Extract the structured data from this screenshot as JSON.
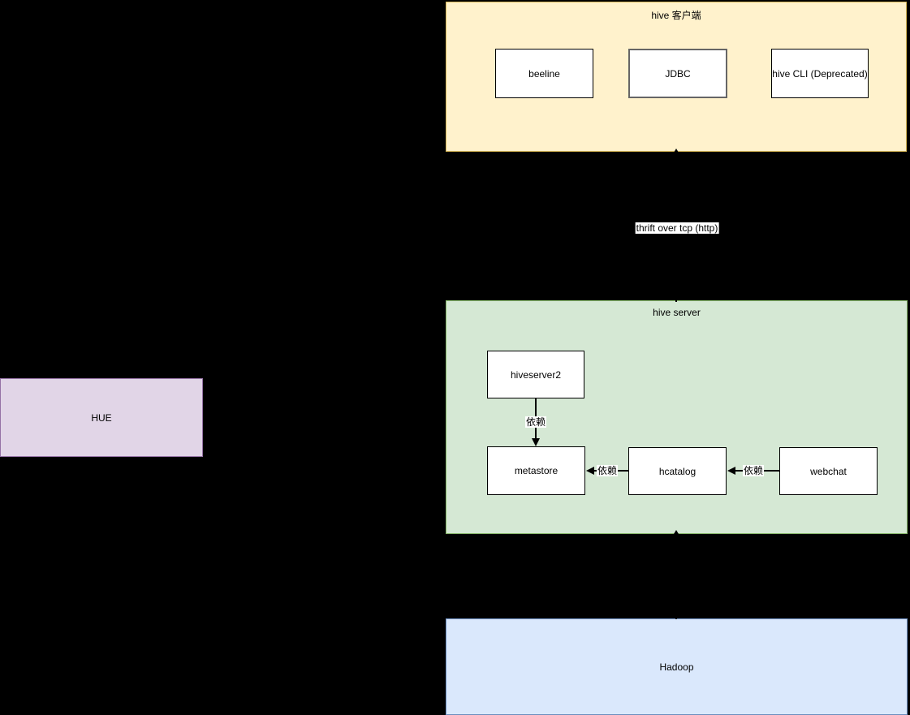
{
  "diagram": {
    "background": "#000000",
    "node_fill": "#FFFFFF",
    "node_border": "#000000",
    "groups": {
      "hive_client": {
        "label": "hive 客户端",
        "fill": "#FFF2CC",
        "border_color": "#D6B656"
      },
      "hive_server": {
        "label": "hive server",
        "fill": "#D5E8D4",
        "border_color": "#82B366"
      }
    },
    "nodes": {
      "hue": {
        "label": "HUE",
        "fill": "#E1D5E7",
        "border_color": "#9673A6"
      },
      "beeline": {
        "label": "beeline"
      },
      "jdbc": {
        "label": "JDBC",
        "border_color": "#666666"
      },
      "hive_cli": {
        "label": "hive CLI (Deprecated)"
      },
      "hiveserver2": {
        "label": "hiveserver2"
      },
      "metastore": {
        "label": "metastore"
      },
      "hcatalog": {
        "label": "hcatalog"
      },
      "webchat": {
        "label": "webchat"
      },
      "hadoop": {
        "label": "Hadoop",
        "fill": "#DAE8FC",
        "border_color": "#6C8EBF"
      }
    },
    "edges": {
      "thrift": {
        "label": "thrift over tcp (http)",
        "from": "hive_server",
        "to": "hive_client"
      },
      "hadoop_hive_server": {
        "label": "",
        "from": "hadoop",
        "to": "hive_server"
      },
      "hs2_metastore": {
        "label": "依赖",
        "from": "hiveserver2",
        "to": "metastore"
      },
      "hcatalog_metastore": {
        "label": "依赖",
        "from": "hcatalog",
        "to": "metastore"
      },
      "webchat_hcatalog": {
        "label": "依赖",
        "from": "webchat",
        "to": "hcatalog"
      }
    }
  }
}
